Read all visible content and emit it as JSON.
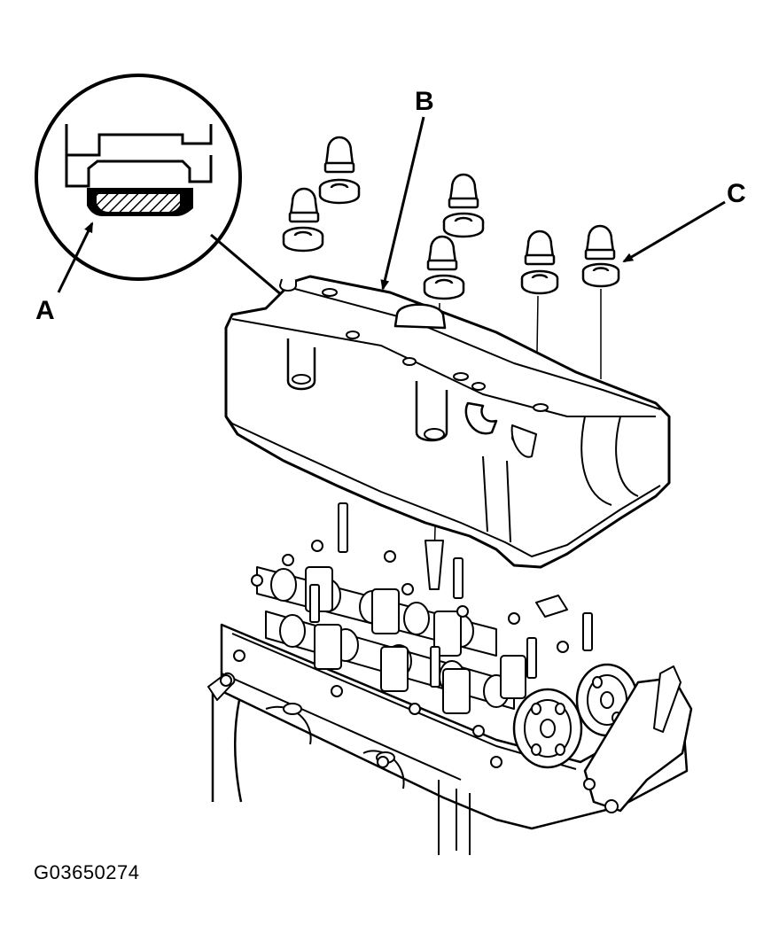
{
  "callouts": {
    "a": "A",
    "b": "B",
    "c": "C"
  },
  "figure_id": "G03650274",
  "colors": {
    "ink": "#000000",
    "paper": "#ffffff"
  }
}
